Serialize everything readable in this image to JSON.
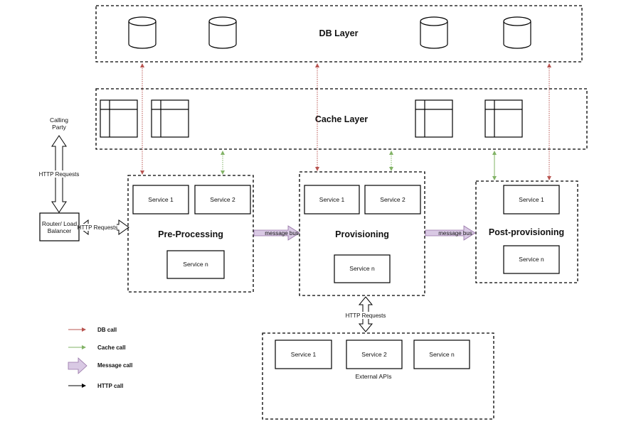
{
  "db_layer": {
    "label": "DB Layer"
  },
  "cache_layer": {
    "label": "Cache Layer"
  },
  "calling_party": {
    "line1": "Calling",
    "line2": "Party"
  },
  "router": {
    "line1": "Router/ Load",
    "line2": "Balancer"
  },
  "http_requests_label": "HTTP Requests",
  "message_bus_label": "message bus",
  "pre_processing": {
    "title": "Pre-Processing",
    "services": [
      "Service 1",
      "Service 2",
      "Service n"
    ]
  },
  "provisioning": {
    "title": "Provisioning",
    "services": [
      "Service 1",
      "Service 2",
      "Service n"
    ]
  },
  "post_provisioning": {
    "title": "Post-provisioning",
    "services": [
      "Service 1",
      "Service n"
    ]
  },
  "external_apis": {
    "title": "External APIs",
    "services": [
      "Service 1",
      "Service 2",
      "Service n"
    ]
  },
  "legend": [
    {
      "label": "DB call",
      "color": "#b85450"
    },
    {
      "label": "Cache call",
      "color": "#82b366"
    },
    {
      "label": "Message call",
      "color": "#d9c9e4"
    },
    {
      "label": "HTTP call",
      "color": "#000000"
    }
  ]
}
